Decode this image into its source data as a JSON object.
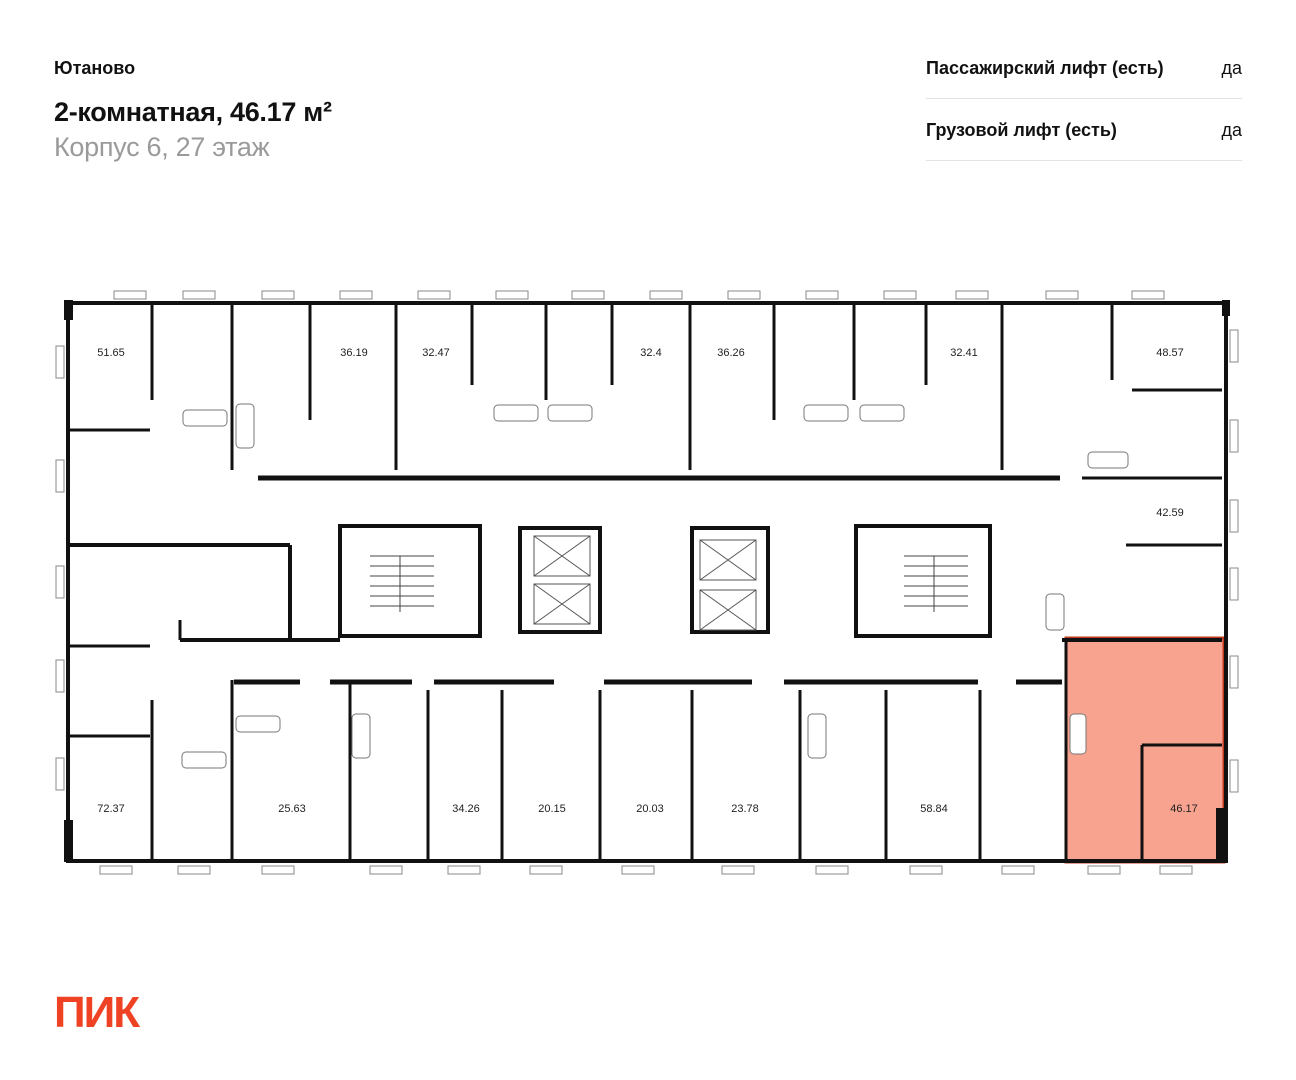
{
  "header": {
    "project": "Ютаново",
    "title": "2-комнатная, 46.17 м²",
    "subtitle": "Корпус 6, 27 этаж"
  },
  "specs": [
    {
      "label": "Пассажирский лифт (есть)",
      "value": "да"
    },
    {
      "label": "Грузовой лифт (есть)",
      "value": "да"
    }
  ],
  "plan": {
    "highlight_color": "#f7a390",
    "highlight_border": "#c0391f",
    "rooms_top": [
      "51.65",
      "36.19",
      "32.47",
      "32.4",
      "36.26",
      "32.41",
      "48.57",
      "42.59"
    ],
    "rooms_bottom": [
      "72.37",
      "25.63",
      "34.26",
      "20.15",
      "20.03",
      "23.78",
      "58.84",
      "46.17"
    ],
    "selected": "46.17"
  },
  "logo": {
    "text": "ПИК",
    "color": "#ef4224"
  }
}
